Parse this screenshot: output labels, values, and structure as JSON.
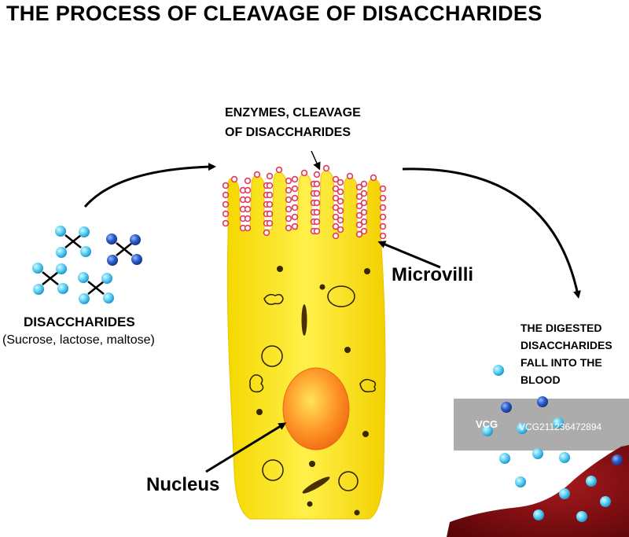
{
  "title": "THE PROCESS OF CLEAVAGE OF DISACCHARIDES",
  "labels": {
    "enzymes_line1": "ENZYMES, CLEAVAGE",
    "enzymes_line2": "OF DISACCHARIDES",
    "disaccharides": "DISACCHARIDES",
    "disaccharides_examples": "(Sucrose, lactose, maltose)",
    "microvilli": "Microvilli",
    "nucleus": "Nucleus",
    "digested_line1": "THE DIGESTED",
    "digested_line2": "DISACCHARIDES",
    "digested_line3": "FALL INTO THE",
    "digested_line4": "BLOOD"
  },
  "watermark": {
    "brand": "VCG",
    "id": "VCG211236472894"
  },
  "colors": {
    "cell_body": "#f6e300",
    "nucleus": "#ff7a1e",
    "enzyme": "#e23a5a",
    "molecule_light": "#5fd3f5",
    "molecule_dark": "#2b5fcf",
    "blood": "#8c0d12"
  }
}
